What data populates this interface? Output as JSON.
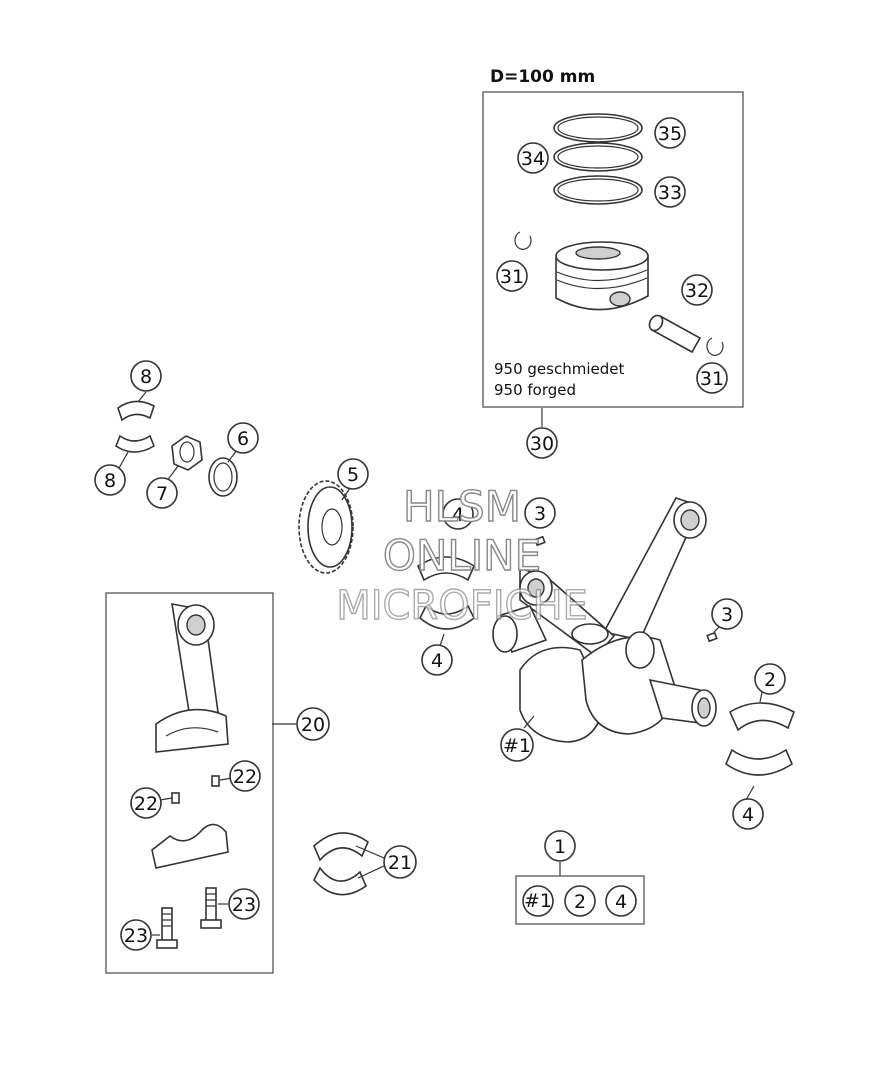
{
  "header": {
    "bore": "D=100 mm"
  },
  "piston_box": {
    "note_line1": "950 geschmiedet",
    "note_line2": "950 forged"
  },
  "watermark": {
    "line1": "HLSM",
    "line2": "ONLINE",
    "line3": "MICROFICHE"
  },
  "callouts": {
    "c1": "1",
    "c2": "2",
    "c3a": "3",
    "c3b": "3",
    "c4a": "4",
    "c4b": "4",
    "c4c": "4",
    "c5": "5",
    "c6": "6",
    "c7": "7",
    "c8a": "8",
    "c8b": "8",
    "c20": "20",
    "c21": "21",
    "c22a": "22",
    "c22b": "22",
    "c23a": "23",
    "c23b": "23",
    "c30": "30",
    "c31a": "31",
    "c31b": "31",
    "c32": "32",
    "c33": "33",
    "c34": "34",
    "c35": "35",
    "c_crank": "#1"
  },
  "kit": {
    "items": [
      "#1",
      "2",
      "4"
    ]
  }
}
